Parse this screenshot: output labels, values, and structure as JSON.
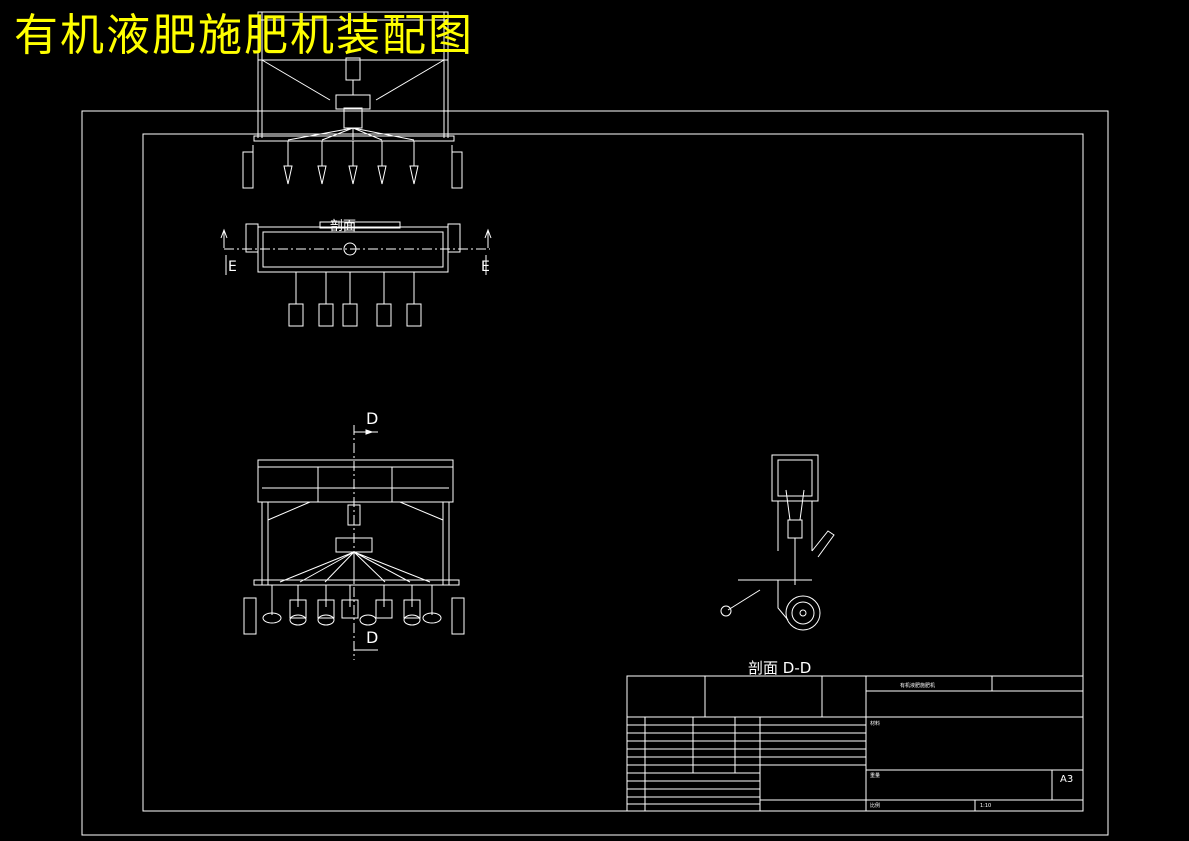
{
  "title": "有机液肥施肥机装配图",
  "section_labels": {
    "top_section_tag": "剖面",
    "section_e_left": "E",
    "section_e_right": "E",
    "section_d_top": "D",
    "section_d_bottom": "D",
    "section_view_caption": "剖面 D-D"
  },
  "title_block": {
    "drawing_name": "有机液肥施肥机",
    "sheet_size": "A3",
    "scale": "1:10",
    "material_label": "材料",
    "weight_label": "重量",
    "ratio_label": "比例"
  },
  "colors": {
    "background": "#000000",
    "lines": "#ffffff",
    "title": "#ffff00"
  }
}
